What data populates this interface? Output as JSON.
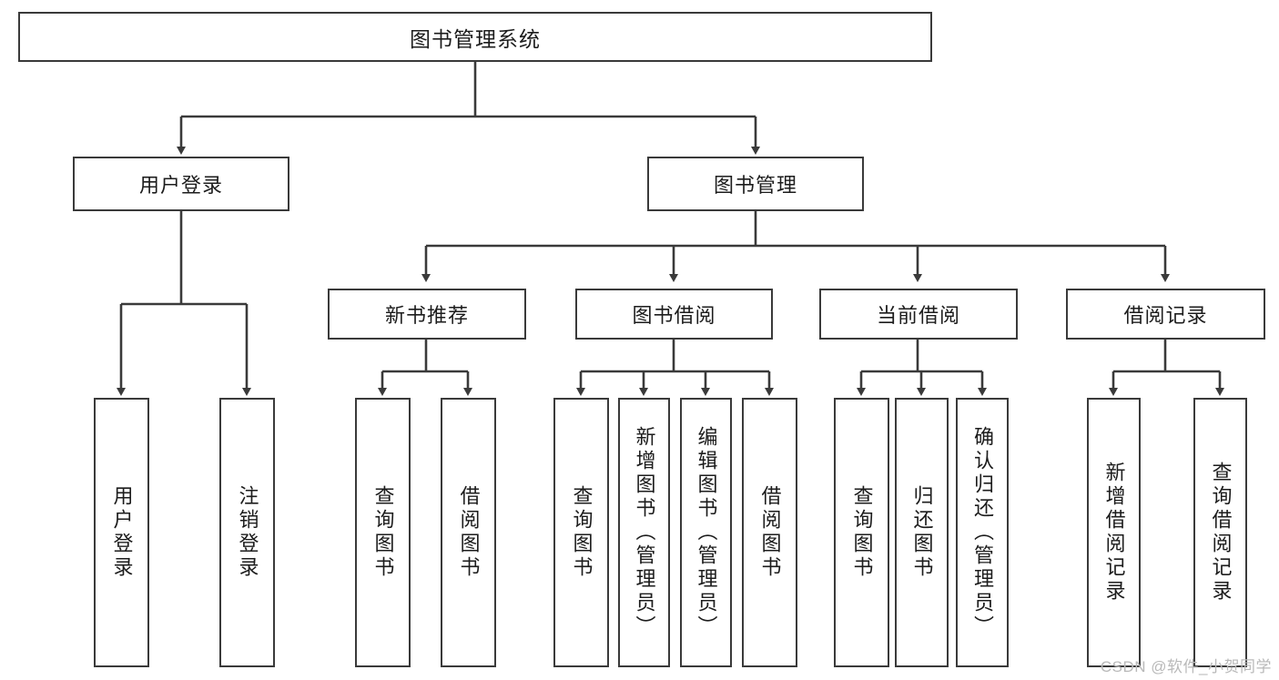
{
  "diagram": {
    "type": "tree-hierarchy",
    "root": {
      "id": "root",
      "label": "图书管理系统"
    },
    "level2": [
      {
        "id": "user-login",
        "label": "用户登录"
      },
      {
        "id": "book-manage",
        "label": "图书管理"
      }
    ],
    "level3": [
      {
        "id": "new-book-recommend",
        "label": "新书推荐",
        "parent": "book-manage"
      },
      {
        "id": "book-borrow",
        "label": "图书借阅",
        "parent": "book-manage"
      },
      {
        "id": "current-borrow",
        "label": "当前借阅",
        "parent": "book-manage"
      },
      {
        "id": "borrow-record",
        "label": "借阅记录",
        "parent": "book-manage"
      }
    ],
    "leaves": [
      {
        "id": "leaf-user-login",
        "label": "用户登录",
        "parent": "user-login"
      },
      {
        "id": "leaf-logout-login",
        "label": "注销登录",
        "parent": "user-login"
      },
      {
        "id": "leaf-query-book-1",
        "label": "查询图书",
        "parent": "new-book-recommend"
      },
      {
        "id": "leaf-borrow-book-1",
        "label": "借阅图书",
        "parent": "new-book-recommend"
      },
      {
        "id": "leaf-query-book-2",
        "label": "查询图书",
        "parent": "book-borrow"
      },
      {
        "id": "leaf-add-book",
        "label": "新增图书（管理员）",
        "parent": "book-borrow"
      },
      {
        "id": "leaf-edit-book",
        "label": "编辑图书（管理员）",
        "parent": "book-borrow"
      },
      {
        "id": "leaf-borrow-book-2",
        "label": "借阅图书",
        "parent": "book-borrow"
      },
      {
        "id": "leaf-query-book-3",
        "label": "查询图书",
        "parent": "current-borrow"
      },
      {
        "id": "leaf-return-book",
        "label": "归还图书",
        "parent": "current-borrow"
      },
      {
        "id": "leaf-confirm-return",
        "label": "确认归还（管理员）",
        "parent": "current-borrow"
      },
      {
        "id": "leaf-add-record",
        "label": "新增借阅记录",
        "parent": "borrow-record"
      },
      {
        "id": "leaf-query-record",
        "label": "查询借阅记录",
        "parent": "borrow-record"
      }
    ],
    "colors": {
      "box_border": "#3a3a3a",
      "box_fill": "#ffffff",
      "connector": "#3a3a3a",
      "text": "#1c1c1c",
      "watermark": "#b9b9b9"
    }
  },
  "watermark": {
    "text": "CSDN @软件_小贺同学"
  }
}
